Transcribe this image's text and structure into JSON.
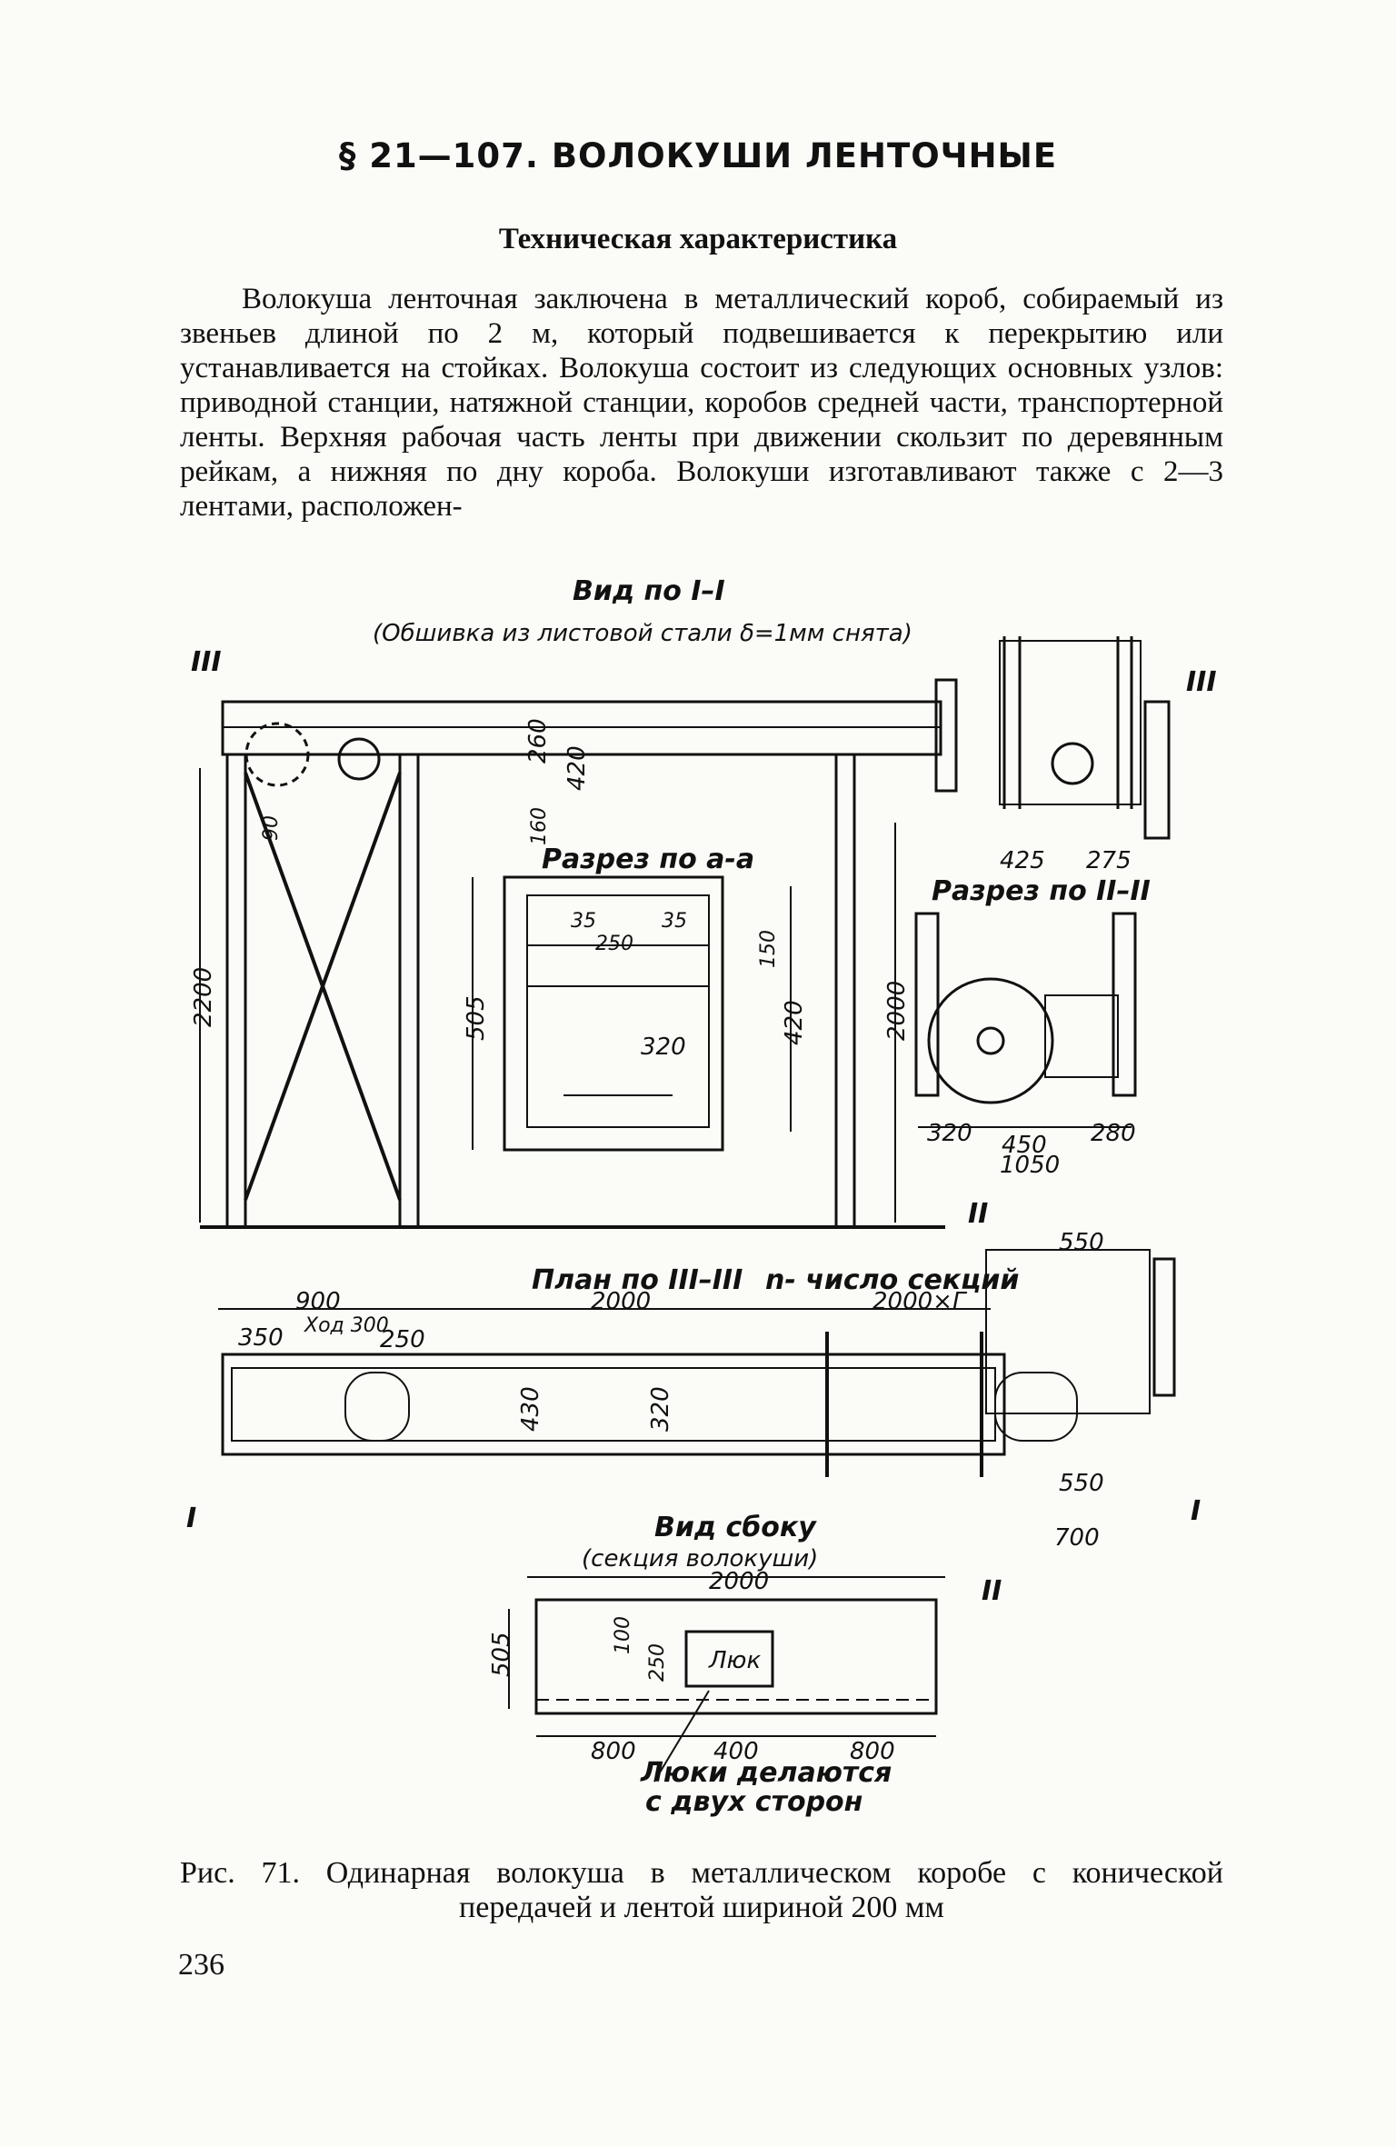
{
  "section": {
    "heading": "§ 21—107. ВОЛОКУШИ ЛЕНТОЧНЫЕ",
    "subheading": "Техническая характеристика",
    "paragraph": "Волокуша ленточная заключена в металлический короб, собираемый из звеньев длиной по 2 м, который подвешивается к перекрытию или устанавливается на стойках. Волокуша состоит из следующих основных узлов: приводной станции, натяжной станции, коробов средней части, транспортерной ленты. Верхняя рабочая часть ленты при движении скользит по деревянным рейкам, а нижняя по дну короба. Волокуши изготавливают также с 2—3 лентами, расположен-"
  },
  "figure": {
    "view_title": "Вид по I–I",
    "view_note": "(Обшивка из листовой стали δ=1мм снята)",
    "section_aa": "Разрез по а-а",
    "section_2": "Разрез по II–II",
    "plan_title": "План по III–III",
    "sections_note": "n- число секций",
    "side_view_title": "Вид сбоку",
    "side_view_note": "(секция волокуши)",
    "hatch_label": "Люк",
    "hatch_note_1": "Люки делаются",
    "hatch_note_2": "с двух сторон",
    "marks": {
      "III_left": "III",
      "III_right": "III",
      "I_left": "I",
      "I_right": "I",
      "II_top": "II",
      "II_bottom": "II"
    },
    "dims": {
      "d260": "260",
      "d420": "420",
      "d160": "160",
      "d90": "90",
      "d2200": "2200",
      "d425": "425",
      "d275": "275",
      "d35a": "35",
      "d35b": "35",
      "d250": "250",
      "d150": "150",
      "d505": "505",
      "d320": "320",
      "d420b": "420",
      "d2000v": "2000",
      "d320b": "320",
      "d450": "450",
      "d280": "280",
      "d1050": "1050",
      "d550a": "550",
      "d900": "900",
      "d2000": "2000",
      "d2000n": "2000×Г",
      "d350": "350",
      "dstroke": "Ход 300",
      "d250b": "250",
      "d430": "430",
      "d320c": "320",
      "d550b": "550",
      "d700": "700",
      "d2000c": "2000",
      "d505b": "505",
      "d100": "100",
      "d250c": "250",
      "d800a": "800",
      "d400": "400",
      "d800b": "800"
    }
  },
  "caption": {
    "line1": "Рис. 71. Одинарная волокуша в металлическом коробе с конической",
    "line2": "передачей и лентой шириной 200 мм"
  },
  "page_number": "236"
}
